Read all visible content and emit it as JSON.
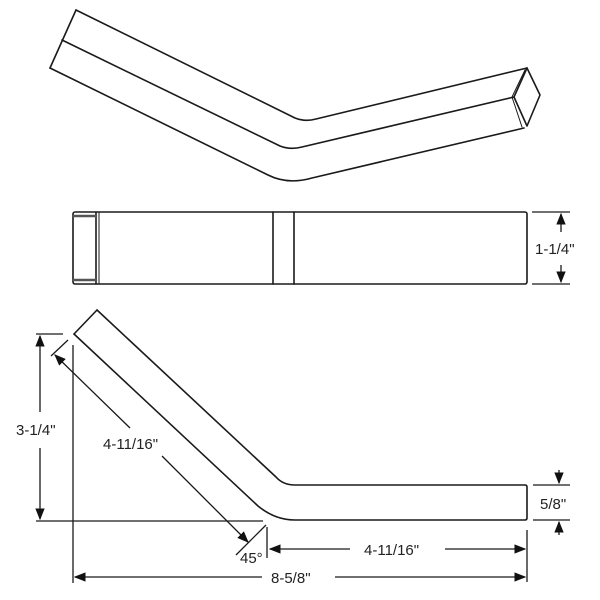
{
  "drawing": {
    "title": "45 degree bent square tube",
    "views": [
      "isometric",
      "side",
      "top"
    ],
    "line_color": "#1a1a1a",
    "background": "#ffffff"
  },
  "dimensions": {
    "tube_height": "1-1/4\"",
    "overall_height": "3-1/4\"",
    "angled_leg_length": "4-11/16\"",
    "straight_leg_length": "4-11/16\"",
    "tube_width": "5/8\"",
    "bend_angle": "45°",
    "overall_length": "8-5/8\""
  }
}
